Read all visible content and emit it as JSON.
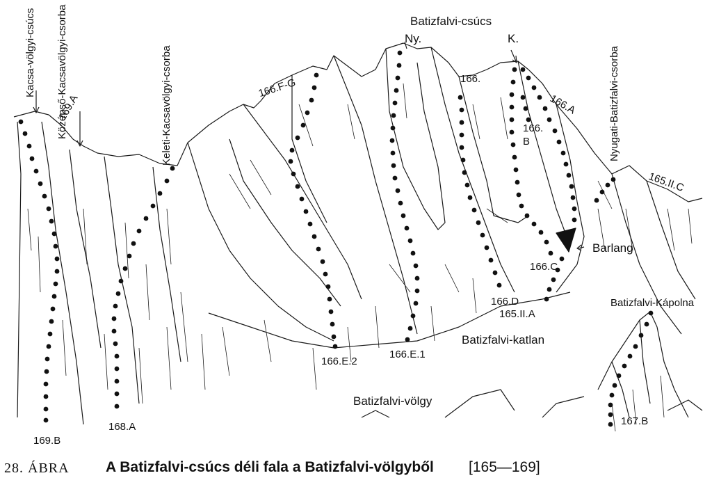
{
  "figure": {
    "number": "28. ÁBRA",
    "title": "A Batizfalvi-csúcs déli fala a Batizfalvi-völgyből",
    "range": "[165—169]"
  },
  "labels": {
    "kacsa_volgyi_csucs": "Kacsa-völgyi-csúcs",
    "kozepso_kacsavolgyi_csorba": "Középső-Kacsavölgyi-csorba",
    "keleti_kacsavolgyi_csorba": "Keleti-Kacsavölgyi-csorba",
    "batizfalvi_csucs": "Batizfalvi-csúcs",
    "ny": "Ny.",
    "k": "K.",
    "nyugati_batizfalvi_csorba": "Nyugati-Batizfalvi-csorba",
    "barlang": "Barlang",
    "batizfalvi_kapolna": "Batizfalvi-Kápolna",
    "batizfalvi_katlan": "Batizfalvi-katlan",
    "batizfalvi_volgy": "Batizfalvi-völgy"
  },
  "routes": {
    "r169A": "169.A",
    "r169B": "169.B",
    "r168A": "168.A",
    "r166FG": "166.F-G",
    "r166E2": "166.E.2",
    "r166E1": "166.E.1",
    "r166": "166.",
    "r166A": "166.A",
    "r166B": "166.\nB",
    "r166C": "166.C",
    "r166D": "166.D",
    "r165IIA": "165.II.A",
    "r165IIC": "165.II.C",
    "r167B": "167.B"
  }
}
